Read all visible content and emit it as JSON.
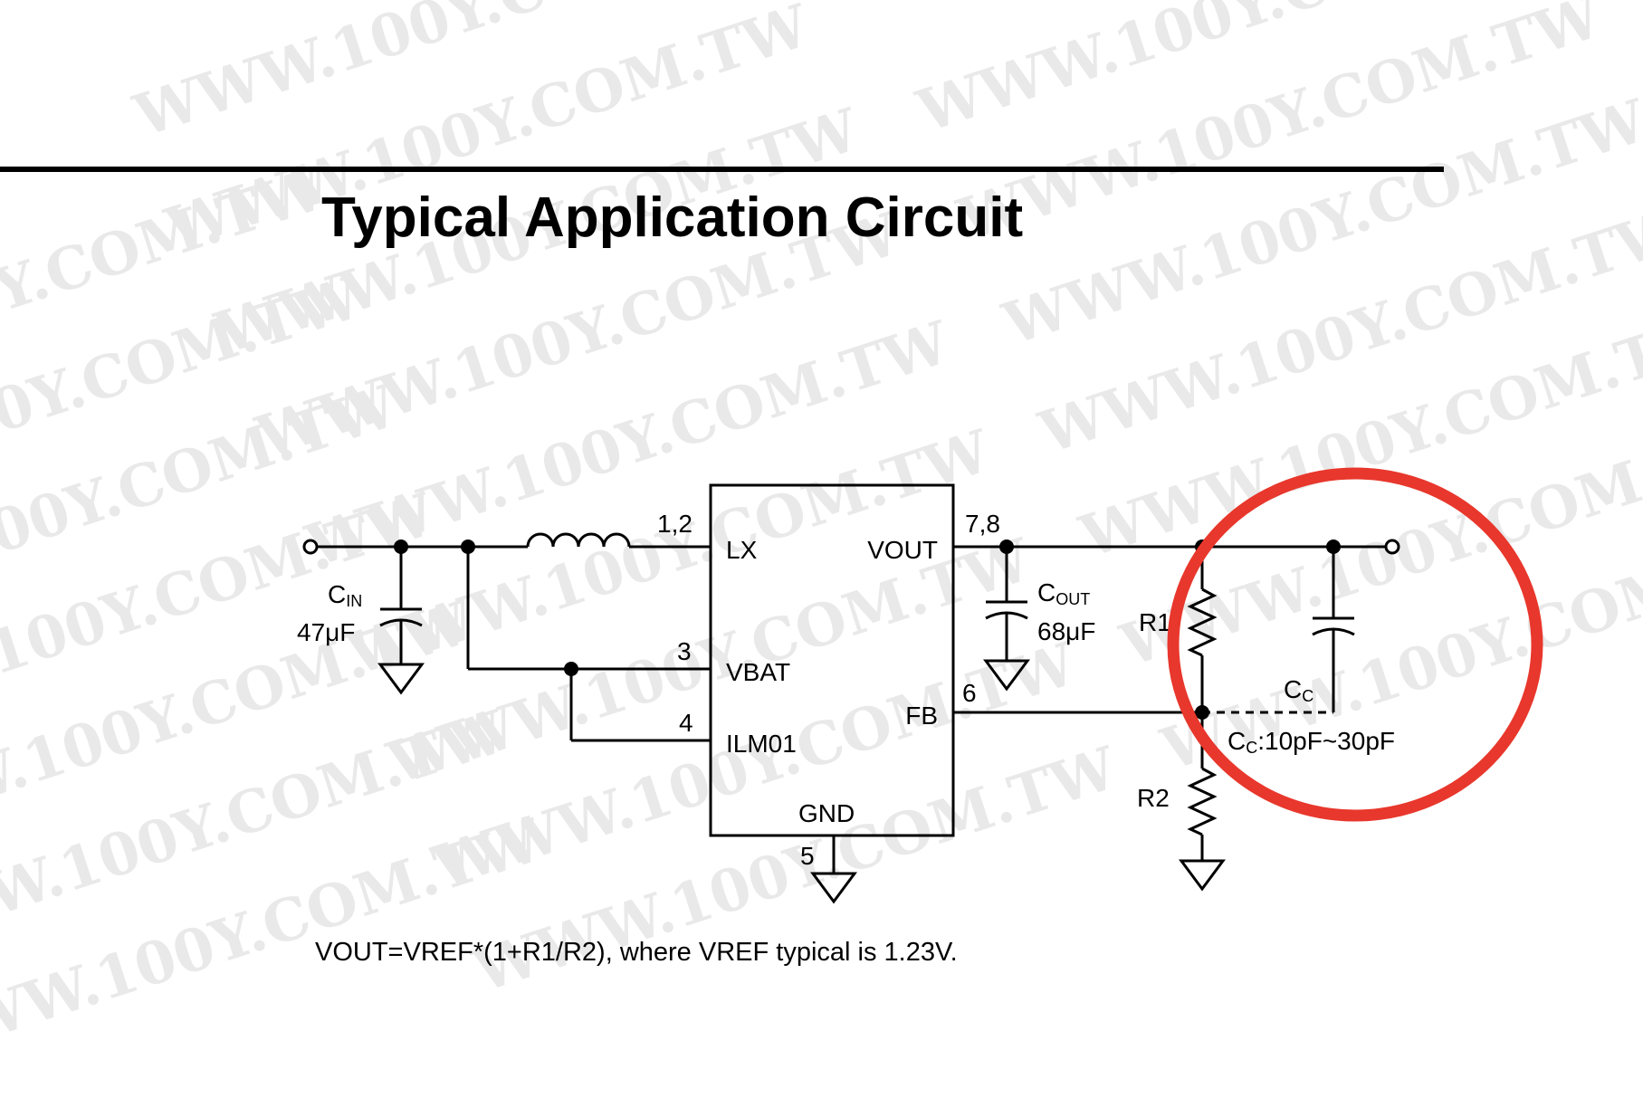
{
  "watermark": {
    "text": "WWW.100Y.COM.TW"
  },
  "title": "Typical Application Circuit",
  "ic": {
    "pins": {
      "lx": {
        "name": "LX",
        "number": "1,2"
      },
      "vbat": {
        "name": "VBAT",
        "number": "3"
      },
      "ilm": {
        "name": "ILM01",
        "number": "4"
      },
      "gnd": {
        "name": "GND",
        "number": "5"
      },
      "fb": {
        "name": "FB",
        "number": "6"
      },
      "vout": {
        "name": "VOUT",
        "number": "7,8"
      }
    }
  },
  "components": {
    "cin": {
      "name": "C",
      "sub": "IN",
      "value": "47μF"
    },
    "cout": {
      "name": "C",
      "sub": "OUT",
      "value": "68μF"
    },
    "r1": {
      "name": "R1"
    },
    "r2": {
      "name": "R2"
    },
    "cc": {
      "name": "C",
      "sub": "C"
    },
    "cc_range": {
      "name": "C",
      "sub": "C",
      "value": ":10pF~30pF"
    }
  },
  "formula": "VOUT=VREF*(1+R1/R2), where VREF typical is 1.23V.",
  "colors": {
    "highlight": "#e8372c",
    "ink": "#000000"
  }
}
